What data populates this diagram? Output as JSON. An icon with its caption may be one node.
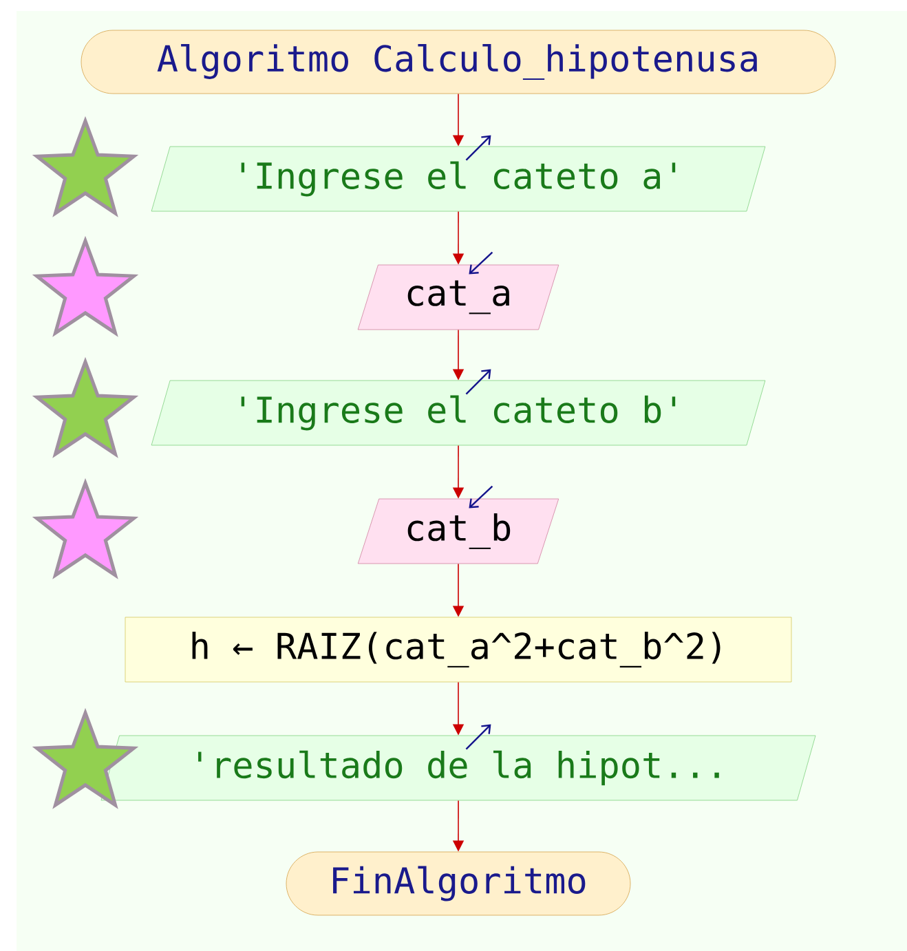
{
  "diagram": {
    "nodes": [
      {
        "text": [
          "Algoritmo Calculo_hipotenusa"
        ]
      },
      {
        "text": [
          "'Ingrese el cateto a'"
        ]
      },
      {
        "text": [
          "cat_a"
        ]
      },
      {
        "text": [
          "'Ingrese el cateto b'"
        ]
      },
      {
        "text": [
          "cat_b"
        ]
      },
      {
        "text": [
          "h ← RAIZ(cat_a^2+cat_b^2)"
        ]
      },
      {
        "text": [
          "'resultado de la hipot..."
        ]
      },
      {
        "text": [
          "FinAlgoritmo"
        ]
      }
    ],
    "edges": [
      {
        "from": 0,
        "to": 1,
        "arrow": "to"
      },
      {
        "from": 1,
        "to": 2,
        "arrow": "to"
      },
      {
        "from": 2,
        "to": 3,
        "arrow": "to"
      },
      {
        "from": 3,
        "to": 4,
        "arrow": "to"
      },
      {
        "from": 4,
        "to": 5,
        "arrow": "to"
      },
      {
        "from": 5,
        "to": 6,
        "arrow": "to"
      },
      {
        "from": 6,
        "to": 7,
        "arrow": "to"
      }
    ]
  }
}
